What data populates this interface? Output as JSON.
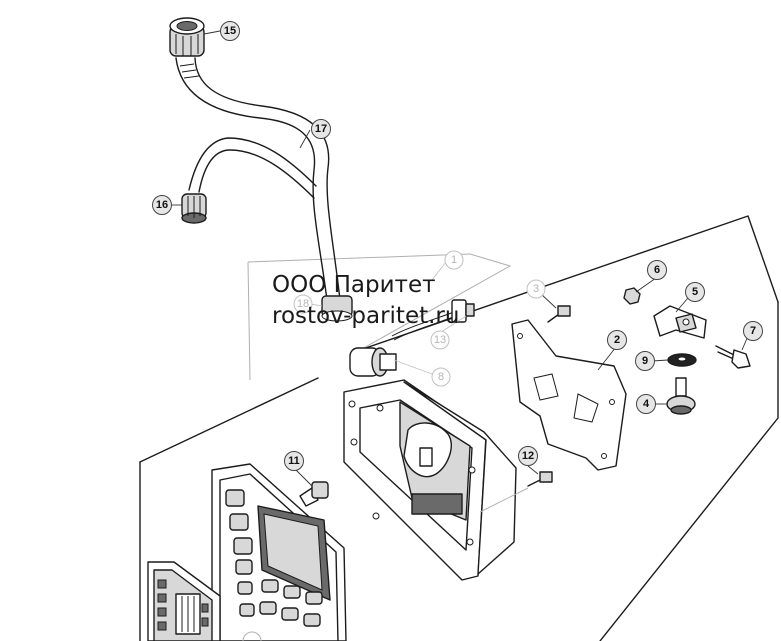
{
  "watermark": {
    "line1": "ООО Паритет",
    "line2": "rostov-paritet.ru"
  },
  "callouts": {
    "c1": "1",
    "c2": "2",
    "c3": "3",
    "c4": "4",
    "c5": "5",
    "c6": "6",
    "c7": "7",
    "c8": "8",
    "c9": "9",
    "c11": "11",
    "c12": "12",
    "c13": "13",
    "c15": "15",
    "c16": "16",
    "c17": "17",
    "c18": "18"
  }
}
